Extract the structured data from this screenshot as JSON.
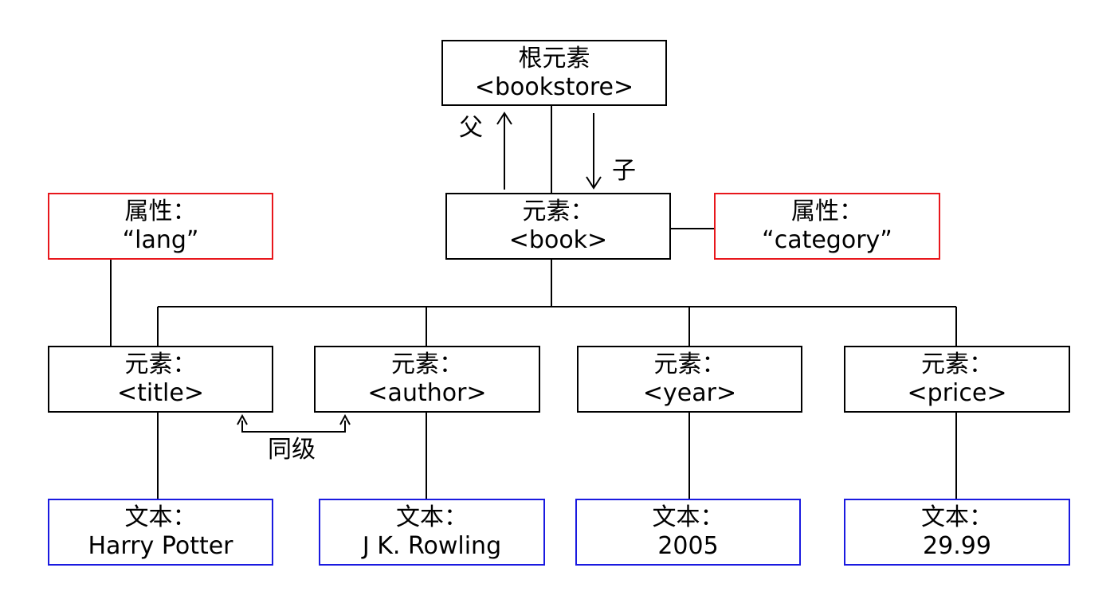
{
  "diagram": {
    "root": {
      "heading": "根元素",
      "tag": "<bookstore>"
    },
    "book": {
      "heading": "元素：",
      "tag": "<book>"
    },
    "attr_lang": {
      "heading": "属性：",
      "value": "“lang”"
    },
    "attr_category": {
      "heading": "属性：",
      "value": "“category”"
    },
    "elements": [
      {
        "heading": "元素：",
        "tag": "<title>"
      },
      {
        "heading": "元素：",
        "tag": "<author>"
      },
      {
        "heading": "元素：",
        "tag": "<year>"
      },
      {
        "heading": "元素：",
        "tag": "<price>"
      }
    ],
    "texts": [
      {
        "heading": "文本：",
        "value": "Harry Potter"
      },
      {
        "heading": "文本：",
        "value": "J K. Rowling"
      },
      {
        "heading": "文本：",
        "value": "2005"
      },
      {
        "heading": "文本：",
        "value": "29.99"
      }
    ],
    "labels": {
      "parent": "父",
      "child": "子",
      "sibling": "同级"
    },
    "colors": {
      "element_border": "#000000",
      "attribute_border": "#e8171c",
      "text_border": "#1a1ae0"
    }
  }
}
